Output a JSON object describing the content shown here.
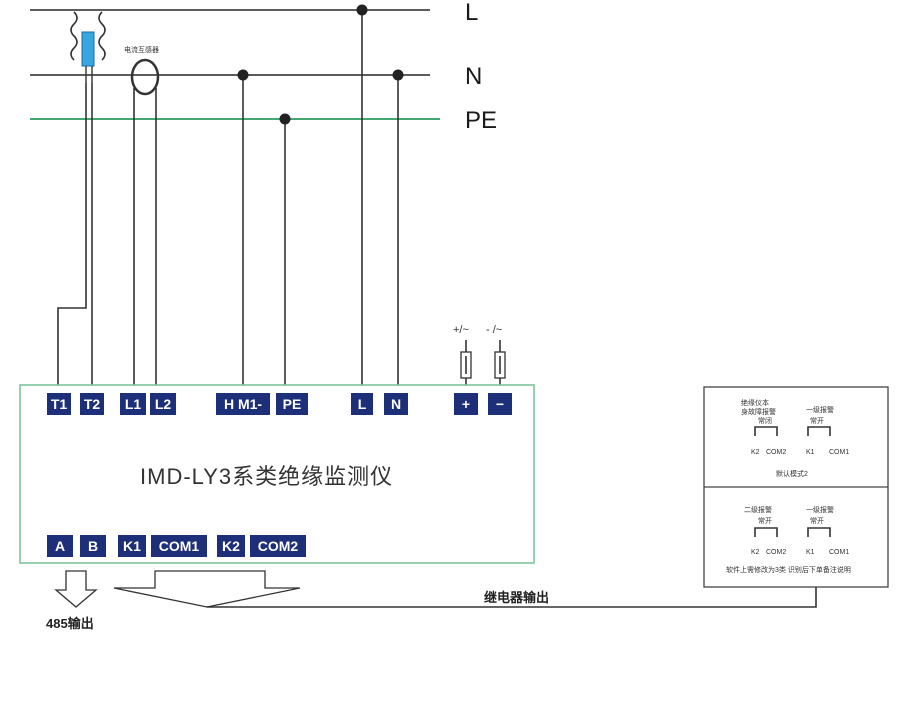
{
  "bus_lines": {
    "L": "L",
    "N": "N",
    "PE": "PE"
  },
  "ct_label": "电流互感器",
  "supply": {
    "plus": "+/~",
    "minus": "- /~"
  },
  "device": {
    "title": "IMD-LY3系类绝缘监测仪",
    "top_terminals": [
      "T1",
      "T2",
      "L1",
      "L2",
      "H M1-",
      "PE",
      "L",
      "N",
      "+",
      "−"
    ],
    "bottom_terminals": [
      "A",
      "B",
      "K1",
      "COM1",
      "K2",
      "COM2"
    ]
  },
  "outputs": {
    "rs485": "485输出",
    "relay": "继电器输出"
  },
  "relay_box": {
    "top": {
      "left_title_1": "绝缘仪本",
      "left_title_2": "身故障报警",
      "left_contact": "常闭",
      "right_title": "一级报警",
      "right_contact": "常开",
      "pins": [
        "K2",
        "COM2",
        "K1",
        "COM1"
      ],
      "caption": "默认模式2"
    },
    "bottom": {
      "left_title": "二级报警",
      "left_contact": "常开",
      "right_title": "一级报警",
      "right_contact": "常开",
      "pins": [
        "K2",
        "COM2",
        "K1",
        "COM1"
      ],
      "caption": "软件上需修改为3类 识别后下单备注说明"
    }
  },
  "colors": {
    "terminal_fill": "#1e2f7a",
    "device_border": "#7cc49b",
    "pe_line": "#2a9a5c",
    "wire": "#333333"
  }
}
